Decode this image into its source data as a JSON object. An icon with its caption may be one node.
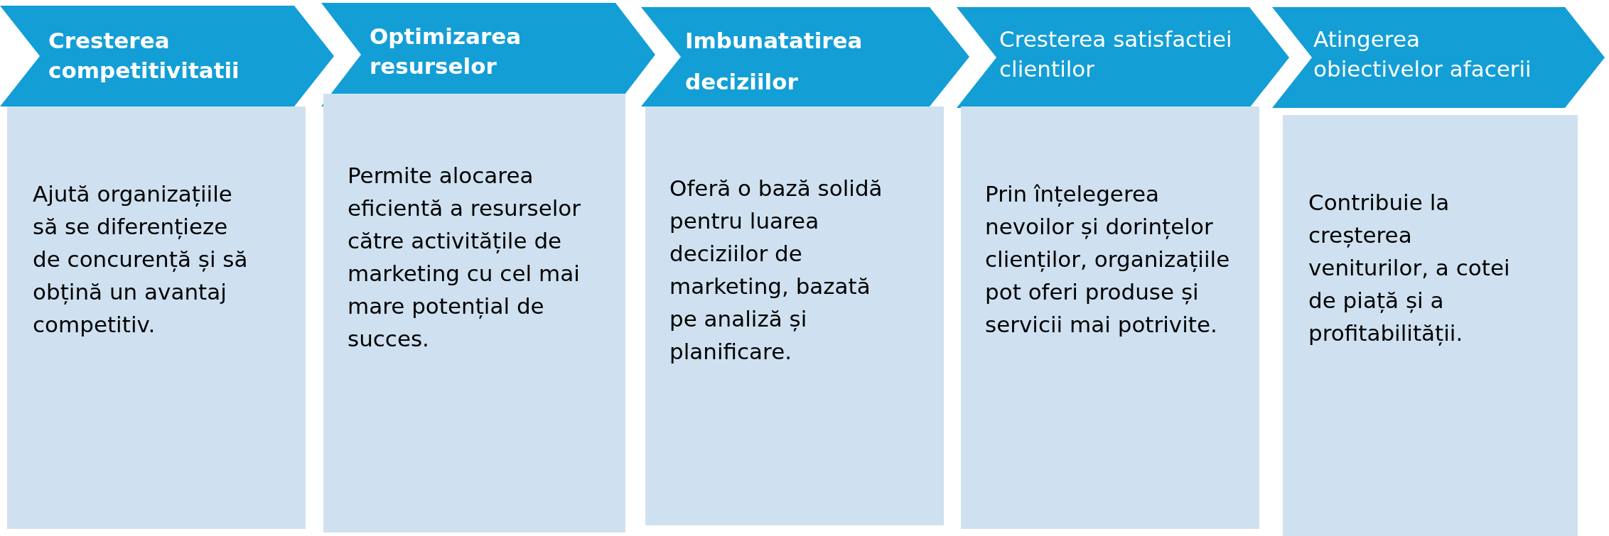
{
  "diagram": {
    "nodes": [
      {
        "text": [
          "Cresterea competitivitatii"
        ]
      },
      {
        "text": [
          "Optimizarea resurselor"
        ]
      },
      {
        "text": [
          "Imbunatatirea deciziilor"
        ]
      },
      {
        "text": [
          "Cresterea satisfactiei clientilor"
        ]
      },
      {
        "text": [
          "Atingerea obiectivelor afacerii"
        ]
      },
      {
        "text": [
          "Ajută organizațiile să se diferențieze de concurență și să obțină un avantaj competitiv."
        ]
      },
      {
        "text": [
          "Permite alocarea eficientă a resurselor către activitățile de marketing cu cel mai mare potențial de succes."
        ]
      },
      {
        "text": [
          "Oferă o bază solidă pentru luarea deciziilor de marketing, bazată pe analiză și planificare."
        ]
      },
      {
        "text": [
          "Prin înțelegerea nevoilor și dorințelor clienților, organizațiile pot oferi produse și servicii mai potrivite."
        ]
      },
      {
        "text": [
          "Contribuie la creșterea veniturilor, a cotei de piață și a profitabilității."
        ]
      }
    ]
  }
}
